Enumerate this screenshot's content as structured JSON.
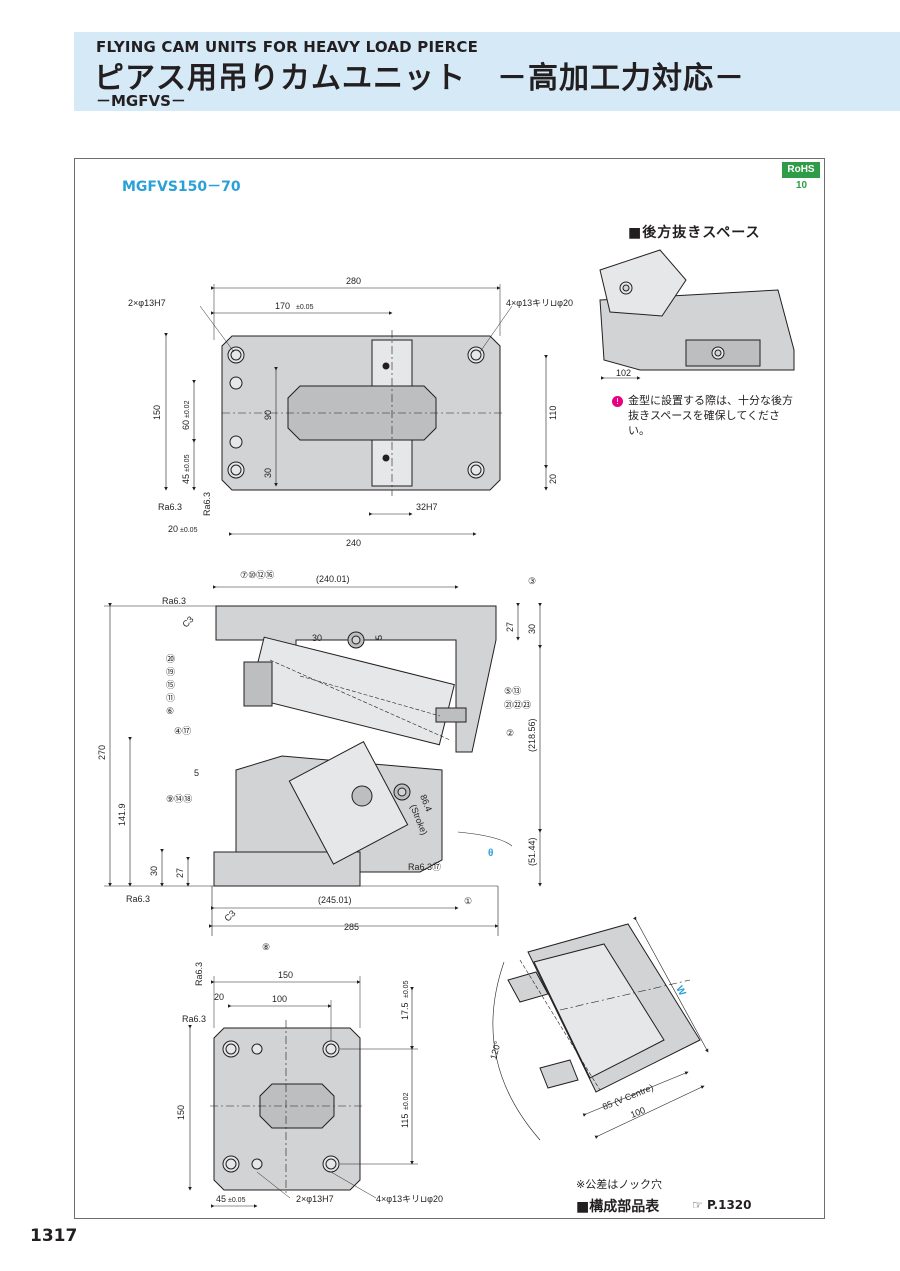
{
  "header": {
    "title_en": "FLYING CAM UNITS FOR HEAVY LOAD PIERCE",
    "title_jp": "ピアス用吊りカムユニット　－高加工力対応－",
    "subtitle": "－MGFVS－"
  },
  "model": "MGFVS150－70",
  "rohs": {
    "label": "RoHS",
    "number": "10"
  },
  "rear_space": {
    "title": "■後方抜きスペース",
    "dim": "102",
    "note": "金型に設置する際は、十分な後方抜きスペースを確保してください。"
  },
  "top_view": {
    "dims": {
      "overall": "280",
      "center": "170",
      "center_tol": "±0.05",
      "holes_pin": "2×φ13H7",
      "holes_bolt": "4×φ13キリ⊔φ20",
      "height": "150",
      "h90": "90",
      "h110": "110",
      "h20": "20",
      "h30": "30",
      "p60": "60",
      "p60_tol": "±0.02",
      "p45": "45",
      "p45_tol": "±0.05",
      "slot": "32H7",
      "width240": "240",
      "p20": "20",
      "p20_tol": "±0.05",
      "ra": "Ra6.3"
    }
  },
  "side_view": {
    "dims": {
      "top_len": "(240.01)",
      "bottom_len": "(245.01)",
      "overall": "285",
      "height": "270",
      "h141": "141.9",
      "h30": "30",
      "h27": "27",
      "h5": "5",
      "r27": "27",
      "r30": "30",
      "r218": "(218.56)",
      "r51": "(51.44)",
      "stroke": "86.4",
      "stroke_label": "(Stroke)",
      "angle": "θ",
      "c3": "C3",
      "ra": "Ra6.3",
      "deg30": "30"
    },
    "callouts": {
      "c7": "⑦⑩⑫⑯",
      "c3": "③",
      "c20": "⑳",
      "c19": "⑲",
      "c15": "⑮",
      "c11": "⑪",
      "c6": "⑥",
      "c417": "④⑰",
      "c5": "⑤⑬",
      "c21": "㉑㉒㉓",
      "c2": "②",
      "c9": "⑨⑭⑱",
      "c17": "⑰",
      "c1": "①",
      "c8": "⑧"
    }
  },
  "bottom_view": {
    "dims": {
      "w150": "150",
      "w100": "100",
      "p20": "20",
      "h150": "150",
      "p17": "17.5",
      "p17_tol": "±0.05",
      "p115": "115",
      "p115_tol": "±0.02",
      "p45": "45",
      "p45_tol": "±0.05",
      "pin": "2×φ13H7",
      "bolt": "4×φ13キリ⊔φ20",
      "ra": "Ra6.3"
    }
  },
  "angle_view": {
    "dims": {
      "w_label": "W",
      "angle": "120°",
      "v_centre": "85 (V Centre)",
      "len": "100"
    }
  },
  "footer": {
    "tolerance_note": "※公差はノック穴",
    "parts_table": "■構成部品表",
    "parts_ref": "P.1320",
    "page_number": "1317"
  }
}
